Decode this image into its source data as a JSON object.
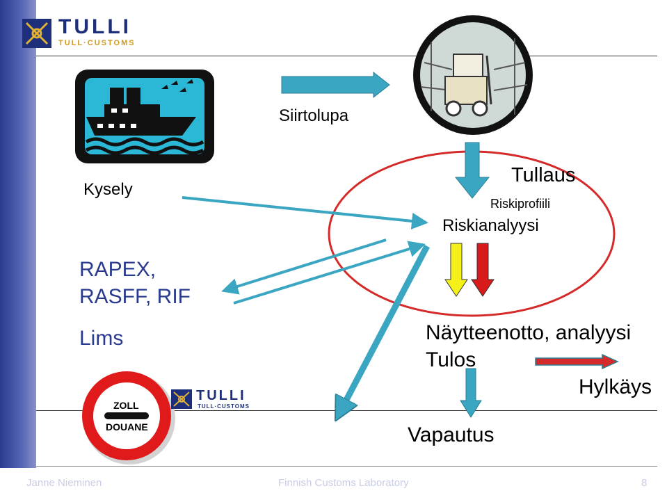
{
  "logo": {
    "main": "TULLI",
    "sub": "TULL·CUSTOMS"
  },
  "labels": {
    "siirtolupa": "Siirtolupa",
    "kysely": "Kysely",
    "rapex_line1": "RAPEX,",
    "rapex_line2": "RASFF, RIF",
    "lims": "Lims",
    "tullaus": "Tullaus",
    "riskiprofiili": "Riskiprofiili",
    "riskianalyysi": "Riskianalyysi",
    "naytteenotto": "Näytteenotto, analyysi",
    "tulos": "Tulos",
    "hylkays": "Hylkäys",
    "vapautus": "Vapautus"
  },
  "sign": {
    "line1": "ZOLL",
    "line2": "DOUANE"
  },
  "footer": {
    "author": "Janne Nieminen",
    "org": "Finnish Customs Laboratory",
    "page": "8"
  },
  "colors": {
    "arrow_blue": "#3aa6c2",
    "ellipse_red": "#d42a2a",
    "arrow_yellow": "#f5f01a",
    "arrow_red": "#d71a1a",
    "sidebar": "#2a3b8f"
  },
  "icons": {
    "ship": "ship-icon",
    "forklift": "forklift-icon",
    "customs_sign": "customs-sign-icon",
    "logo_emblem": "customs-emblem-icon"
  }
}
